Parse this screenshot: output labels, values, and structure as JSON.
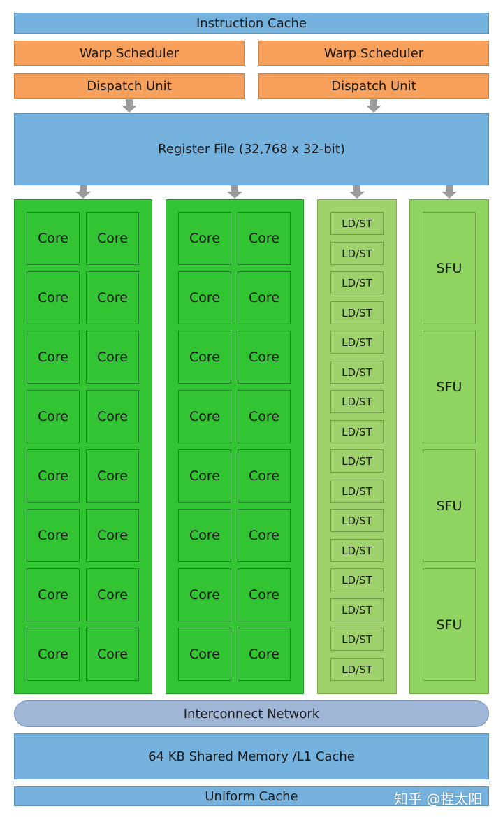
{
  "instruction_cache": "Instruction Cache",
  "warp_schedulers": [
    "Warp Scheduler",
    "Warp Scheduler"
  ],
  "dispatch_units": [
    "Dispatch Unit",
    "Dispatch Unit"
  ],
  "register_file": "Register File (32,768 x 32-bit)",
  "core_label": "Core",
  "core_rows": 8,
  "core_columns_per_group": 2,
  "core_groups": 2,
  "ldst_label": "LD/ST",
  "ldst_count": 16,
  "sfu_label": "SFU",
  "sfu_count": 4,
  "interconnect": "Interconnect Network",
  "shared_memory": "64 KB Shared Memory /L1 Cache",
  "uniform_cache": "Uniform Cache",
  "watermark": "知乎 @捏太阳",
  "colors": {
    "cache_blue": "#75b2de",
    "scheduler_orange": "#f7a05c",
    "core_green": "#33c433",
    "ldst_green": "#9fd26c",
    "sfu_green": "#8fd460",
    "interconnect": "#9fb6d6",
    "arrow_gray": "#9b9b9b"
  }
}
